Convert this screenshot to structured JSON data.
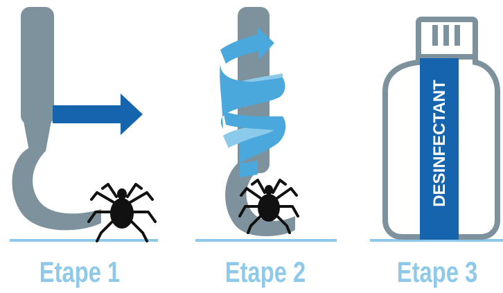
{
  "steps": [
    {
      "label": "Etape 1"
    },
    {
      "label": "Etape 2"
    },
    {
      "label": "Etape 3"
    }
  ],
  "bottle": {
    "label": "DESINFECTANT"
  },
  "colors": {
    "tool": "#7d929d",
    "arrow": "#1564ad",
    "ribbon": "#4aa8dc",
    "ribbon_light": "#8ccaec",
    "tick": "#111111",
    "ground": "#8fc9ea",
    "label": "#8fc9ea"
  }
}
